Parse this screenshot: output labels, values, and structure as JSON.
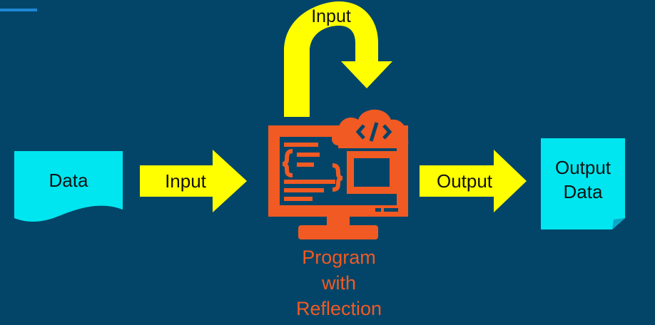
{
  "diagram": {
    "nodes": {
      "data": {
        "label": "Data"
      },
      "program": {
        "label_lines": [
          "Program",
          "with",
          "Reflection"
        ]
      },
      "output_data": {
        "label_lines": [
          "Output",
          "Data"
        ]
      }
    },
    "arrows": {
      "input_loop": {
        "label": "Input"
      },
      "input": {
        "label": "Input"
      },
      "output": {
        "label": "Output"
      }
    }
  },
  "colors": {
    "background": "#034569",
    "document_fill": "#00e6f0",
    "arrow_fill": "#ffff00",
    "program_icon": "#f15a22",
    "label_text": "#111111"
  },
  "icons": {
    "program": "computer-code-cloud-icon"
  }
}
